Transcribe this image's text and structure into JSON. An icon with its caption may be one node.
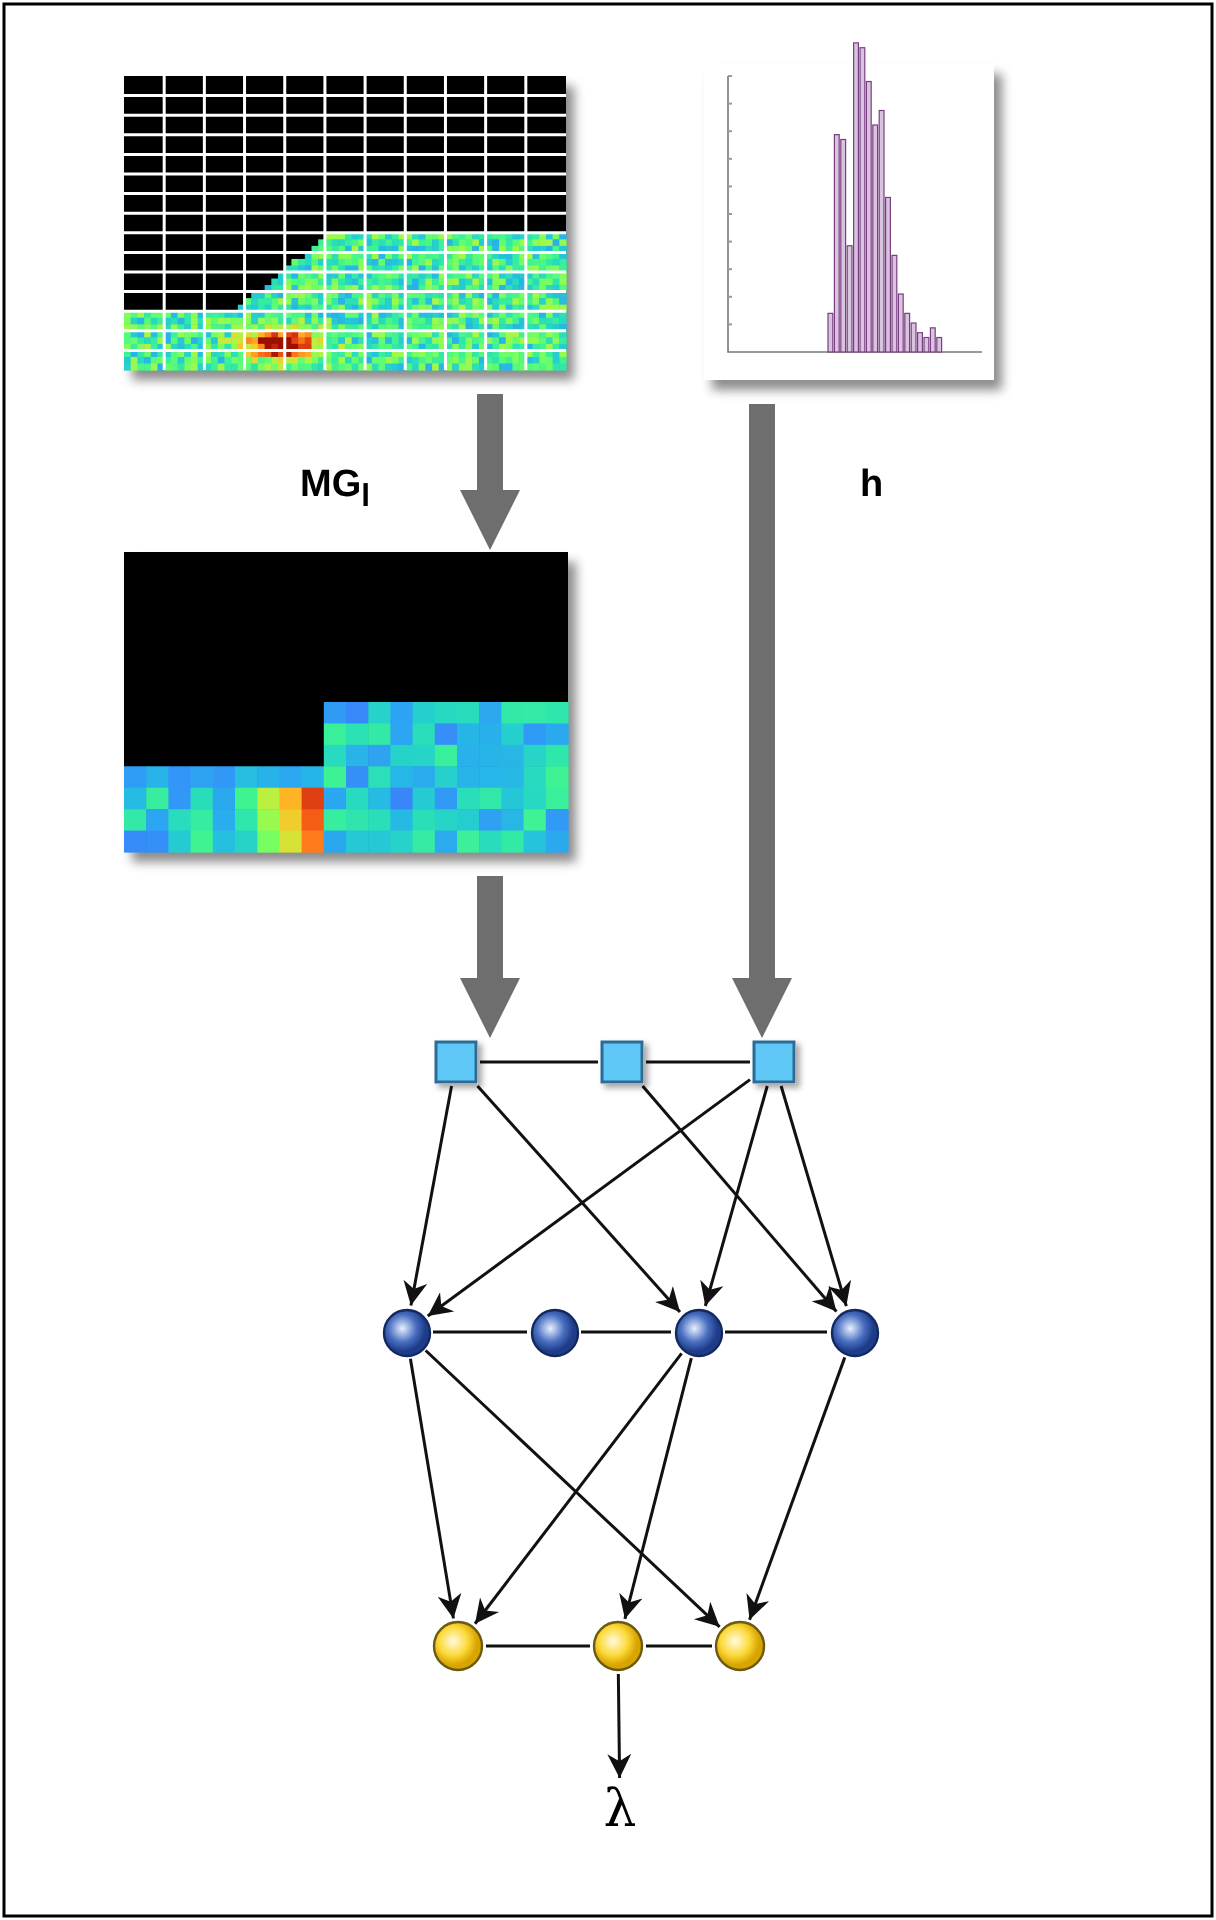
{
  "diagram": {
    "nodes": [
      {
        "text": [],
        "shape": "picture"
      },
      {
        "text": [],
        "shape": "picture"
      },
      {
        "text": [],
        "shape": "picture"
      },
      {
        "text": [],
        "shape": "box"
      },
      {
        "text": [],
        "shape": "box"
      },
      {
        "text": [],
        "shape": "box"
      },
      {
        "text": [],
        "shape": "circle"
      },
      {
        "text": [],
        "shape": "circle"
      },
      {
        "text": [],
        "shape": "circle"
      },
      {
        "text": [],
        "shape": "circle"
      },
      {
        "text": [],
        "shape": "circle"
      },
      {
        "text": [],
        "shape": "circle"
      },
      {
        "text": [],
        "shape": "circle"
      },
      {
        "text": [
          "λ"
        ]
      }
    ],
    "edges": [
      {
        "from": 0,
        "to": 2,
        "arrow": "to",
        "label": "MG$_{l}$",
        "style": "thick",
        "color": "#6e6e6e"
      },
      {
        "from": 1,
        "to": 5,
        "arrow": "to",
        "label": "h",
        "style": "thick",
        "color": "#6e6e6e"
      },
      {
        "from": 2,
        "to": 3,
        "arrow": "to",
        "style": "thick",
        "color": "#6e6e6e"
      },
      {
        "from": 3,
        "to": 4,
        "arrow": "none"
      },
      {
        "from": 4,
        "to": 5,
        "arrow": "none"
      },
      {
        "from": 3,
        "to": 6,
        "arrow": "to"
      },
      {
        "from": 3,
        "to": 8,
        "arrow": "to"
      },
      {
        "from": 4,
        "to": 9,
        "arrow": "to"
      },
      {
        "from": 5,
        "to": 6,
        "arrow": "to"
      },
      {
        "from": 5,
        "to": 8,
        "arrow": "to"
      },
      {
        "from": 5,
        "to": 9,
        "arrow": "to"
      },
      {
        "from": 6,
        "to": 7,
        "arrow": "none"
      },
      {
        "from": 7,
        "to": 8,
        "arrow": "none"
      },
      {
        "from": 8,
        "to": 9,
        "arrow": "none"
      },
      {
        "from": 6,
        "to": 10,
        "arrow": "to"
      },
      {
        "from": 6,
        "to": 12,
        "arrow": "to"
      },
      {
        "from": 8,
        "to": 10,
        "arrow": "to"
      },
      {
        "from": 8,
        "to": 11,
        "arrow": "to"
      },
      {
        "from": 9,
        "to": 12,
        "arrow": "to"
      },
      {
        "from": 10,
        "to": 11,
        "arrow": "none"
      },
      {
        "from": 11,
        "to": 12,
        "arrow": "none"
      },
      {
        "from": 11,
        "to": 13,
        "arrow": "to"
      }
    ]
  }
}
